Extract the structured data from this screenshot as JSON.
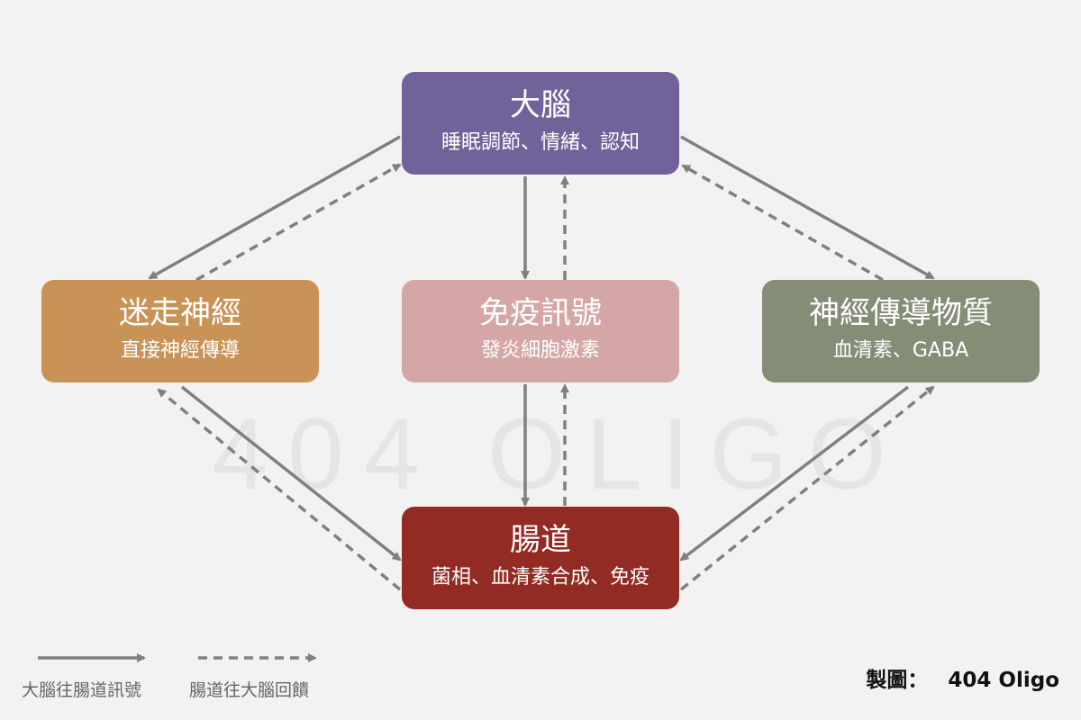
{
  "watermark": "404 OLIGO",
  "nodes": {
    "brain": {
      "title": "大腦",
      "subtitle": "睡眠調節、情緒、認知",
      "color": "#716399"
    },
    "vagus": {
      "title": "迷走神經",
      "subtitle": "直接神經傳導",
      "color": "#c99358"
    },
    "immune": {
      "title": "免疫訊號",
      "subtitle": "發炎細胞激素",
      "color": "#d5a6a6"
    },
    "neuro": {
      "title": "神經傳導物質",
      "subtitle": "血清素、GABA",
      "color": "#858d77"
    },
    "gut": {
      "title": "腸道",
      "subtitle": "菌相、血清素合成、免疫",
      "color": "#912b23"
    }
  },
  "legend": {
    "solid_label": "大腦往腸道訊號",
    "dashed_label": "腸道往大腦回饋"
  },
  "credit": {
    "label": "製圖：",
    "name": "404 Oligo"
  },
  "colors": {
    "arrow": "#808080",
    "background": "#f2f2f2"
  }
}
